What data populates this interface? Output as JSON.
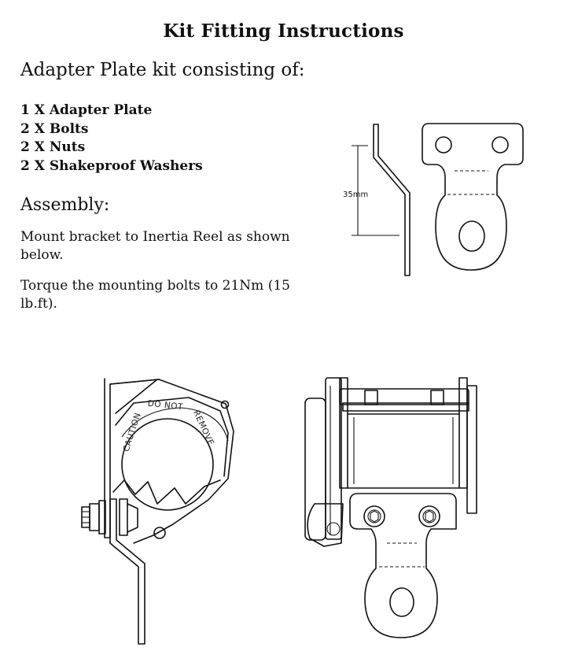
{
  "heading": "Kit Fitting Instructions",
  "intro": "Adapter Plate kit consisting of:",
  "parts": [
    "1 X Adapter Plate",
    "2 X Bolts",
    "2 X Nuts",
    "2 X Shakeproof Washers"
  ],
  "assembly_heading": "Assembly:",
  "instructions": [
    "Mount bracket to Inertia Reel as shown below.",
    "Torque the mounting bolts to 21Nm (15 lb.ft)."
  ],
  "figures": {
    "dimension_label": "35mm",
    "reel_label_left": "CAUTION",
    "reel_label_top": "DO NOT",
    "reel_label_right": "REMOVE"
  }
}
